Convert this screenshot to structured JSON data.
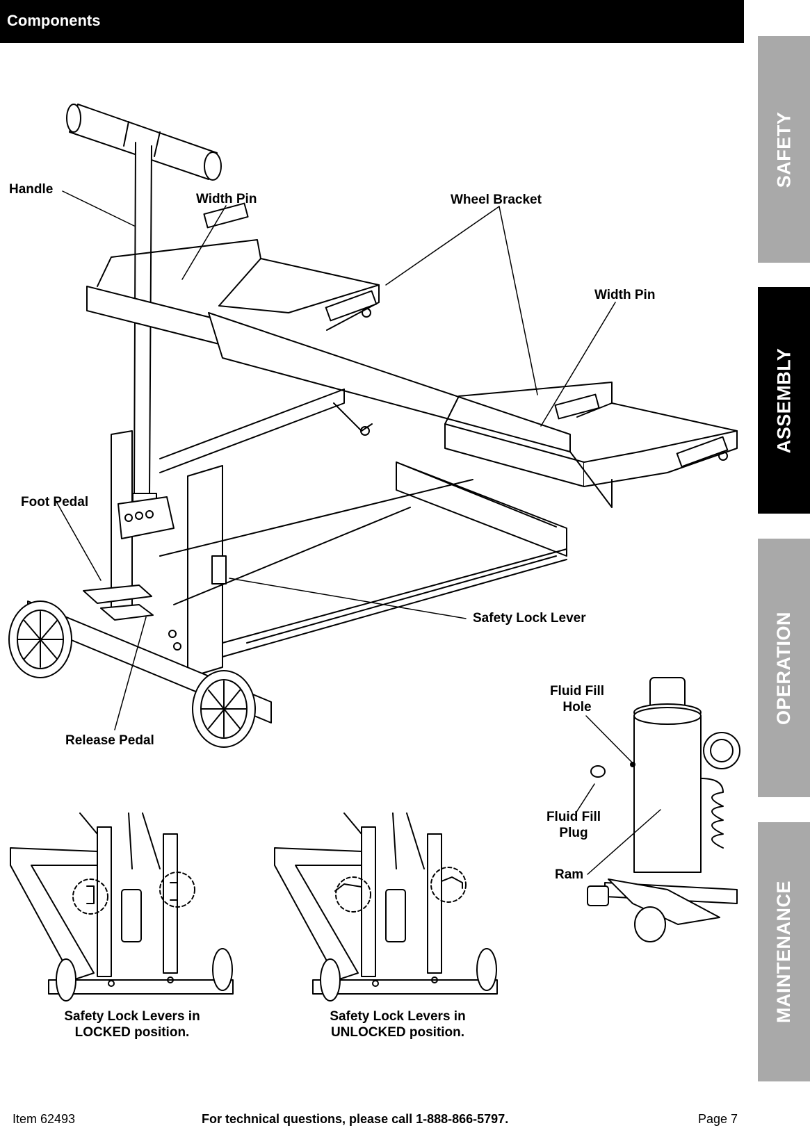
{
  "header": {
    "title": "Components"
  },
  "side_tabs": [
    {
      "label": "SAFETY",
      "active": false
    },
    {
      "label": "ASSEMBLY",
      "active": true
    },
    {
      "label": "OPERATION",
      "active": false
    },
    {
      "label": "MAINTENANCE",
      "active": false
    }
  ],
  "callouts": {
    "handle": "Handle",
    "width_pin_left": "Width Pin",
    "wheel_bracket": "Wheel Bracket",
    "width_pin_right": "Width Pin",
    "foot_pedal": "Foot Pedal",
    "safety_lock_lever": "Safety Lock Lever",
    "release_pedal": "Release Pedal",
    "fluid_fill_hole_line1": "Fluid Fill",
    "fluid_fill_hole_line2": "Hole",
    "fluid_fill_plug_line1": "Fluid Fill",
    "fluid_fill_plug_line2": "Plug",
    "ram": "Ram"
  },
  "captions": {
    "locked_line1": "Safety Lock Levers in",
    "locked_line2": "LOCKED position.",
    "unlocked_line1": "Safety Lock Levers in",
    "unlocked_line2": "UNLOCKED position."
  },
  "footer": {
    "item": "Item 62493",
    "support": "For technical questions, please call 1-888-866-5797.",
    "page": "Page 7"
  },
  "colors": {
    "header_bg": "#000000",
    "tab_inactive": "#a9a9a9",
    "tab_active": "#000000"
  }
}
